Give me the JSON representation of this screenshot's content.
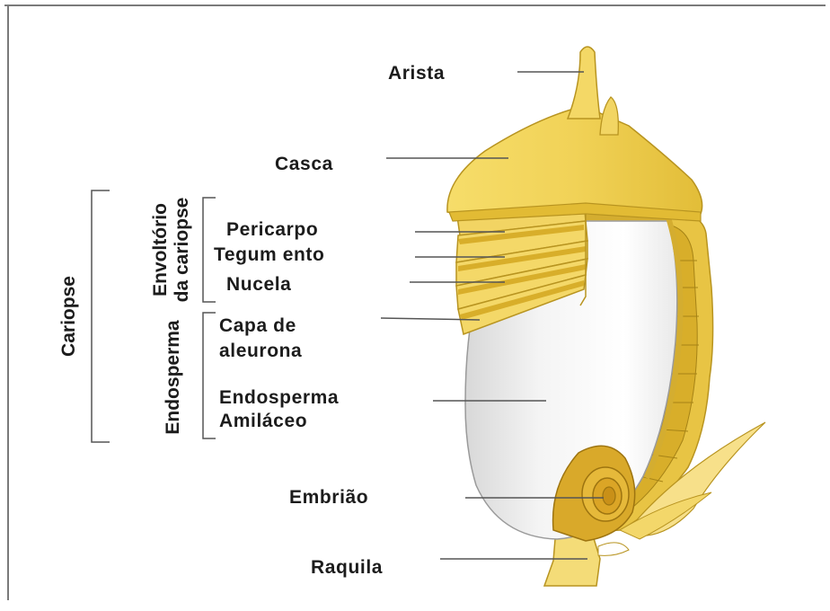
{
  "labels": {
    "arista": "Arista",
    "casca": "Casca",
    "pericarpo": "Pericarpo",
    "tegumento": "Tegum ento",
    "nucela": "Nucela",
    "capa_line1": "Capa de",
    "capa_line2": "aleurona",
    "endosperma_line1": "Endosperma",
    "endosperma_line2": "Amiláceo",
    "embriao": "Embrião",
    "raquila": "Raquila"
  },
  "groups": {
    "cariopse": "Cariopse",
    "envoltorio_line1": "Envoltório",
    "envoltorio_line2": "da cariopse",
    "endosperma": "Endosperma"
  },
  "colors": {
    "husk": "#efd25a",
    "husk_light": "#f7e27e",
    "husk_dark": "#d8b22c",
    "husk_outline": "#b89420",
    "endosperm": "#f1f1f1",
    "embryo": "#d9a92a",
    "label_text": "#1c1c1c",
    "leader_line": "#555555",
    "frame": "#7a7a7a"
  }
}
